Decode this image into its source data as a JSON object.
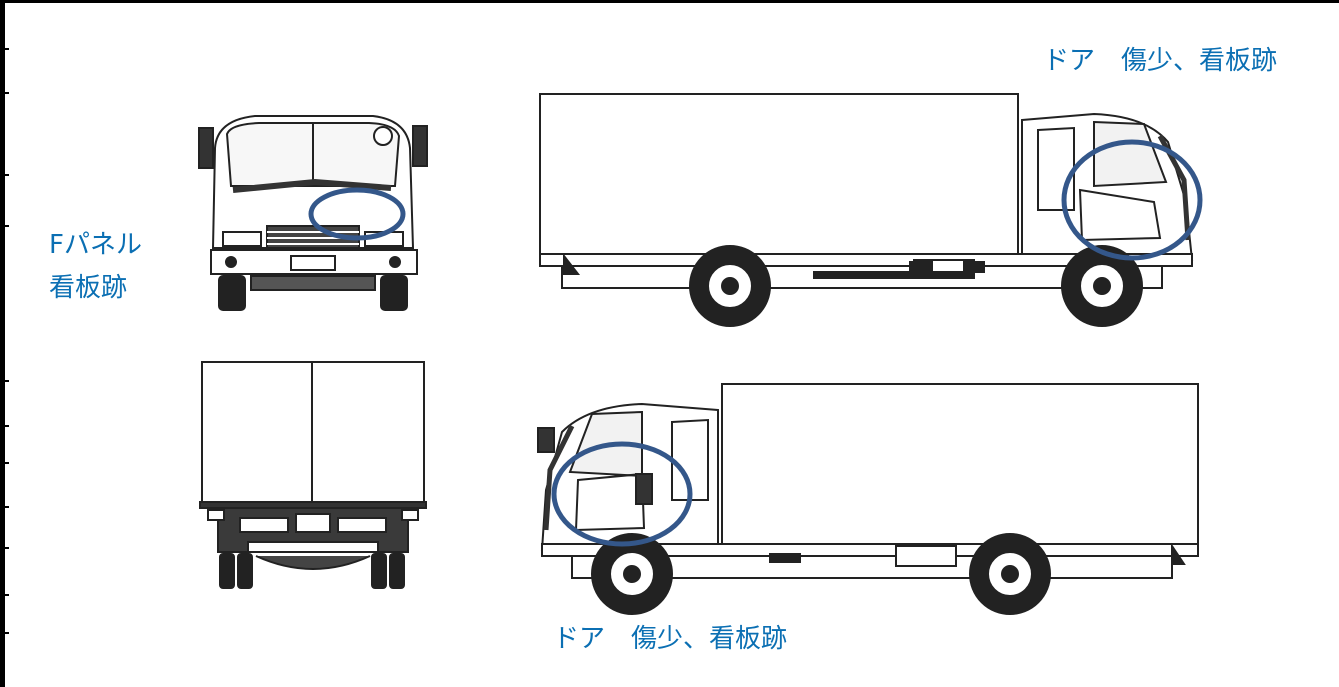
{
  "annotations": {
    "front_note_line1": "Fパネル",
    "front_note_line2": "看板跡",
    "right_side_note": "ドア　傷少、看板跡",
    "left_side_note": "ドア　傷少、看板跡"
  },
  "colors": {
    "annotation_text": "#0b6fb3",
    "damage_circle": "#34578a",
    "line_art": "#222222"
  },
  "views": [
    "front-view",
    "rear-view",
    "right-side-view",
    "left-side-view"
  ]
}
